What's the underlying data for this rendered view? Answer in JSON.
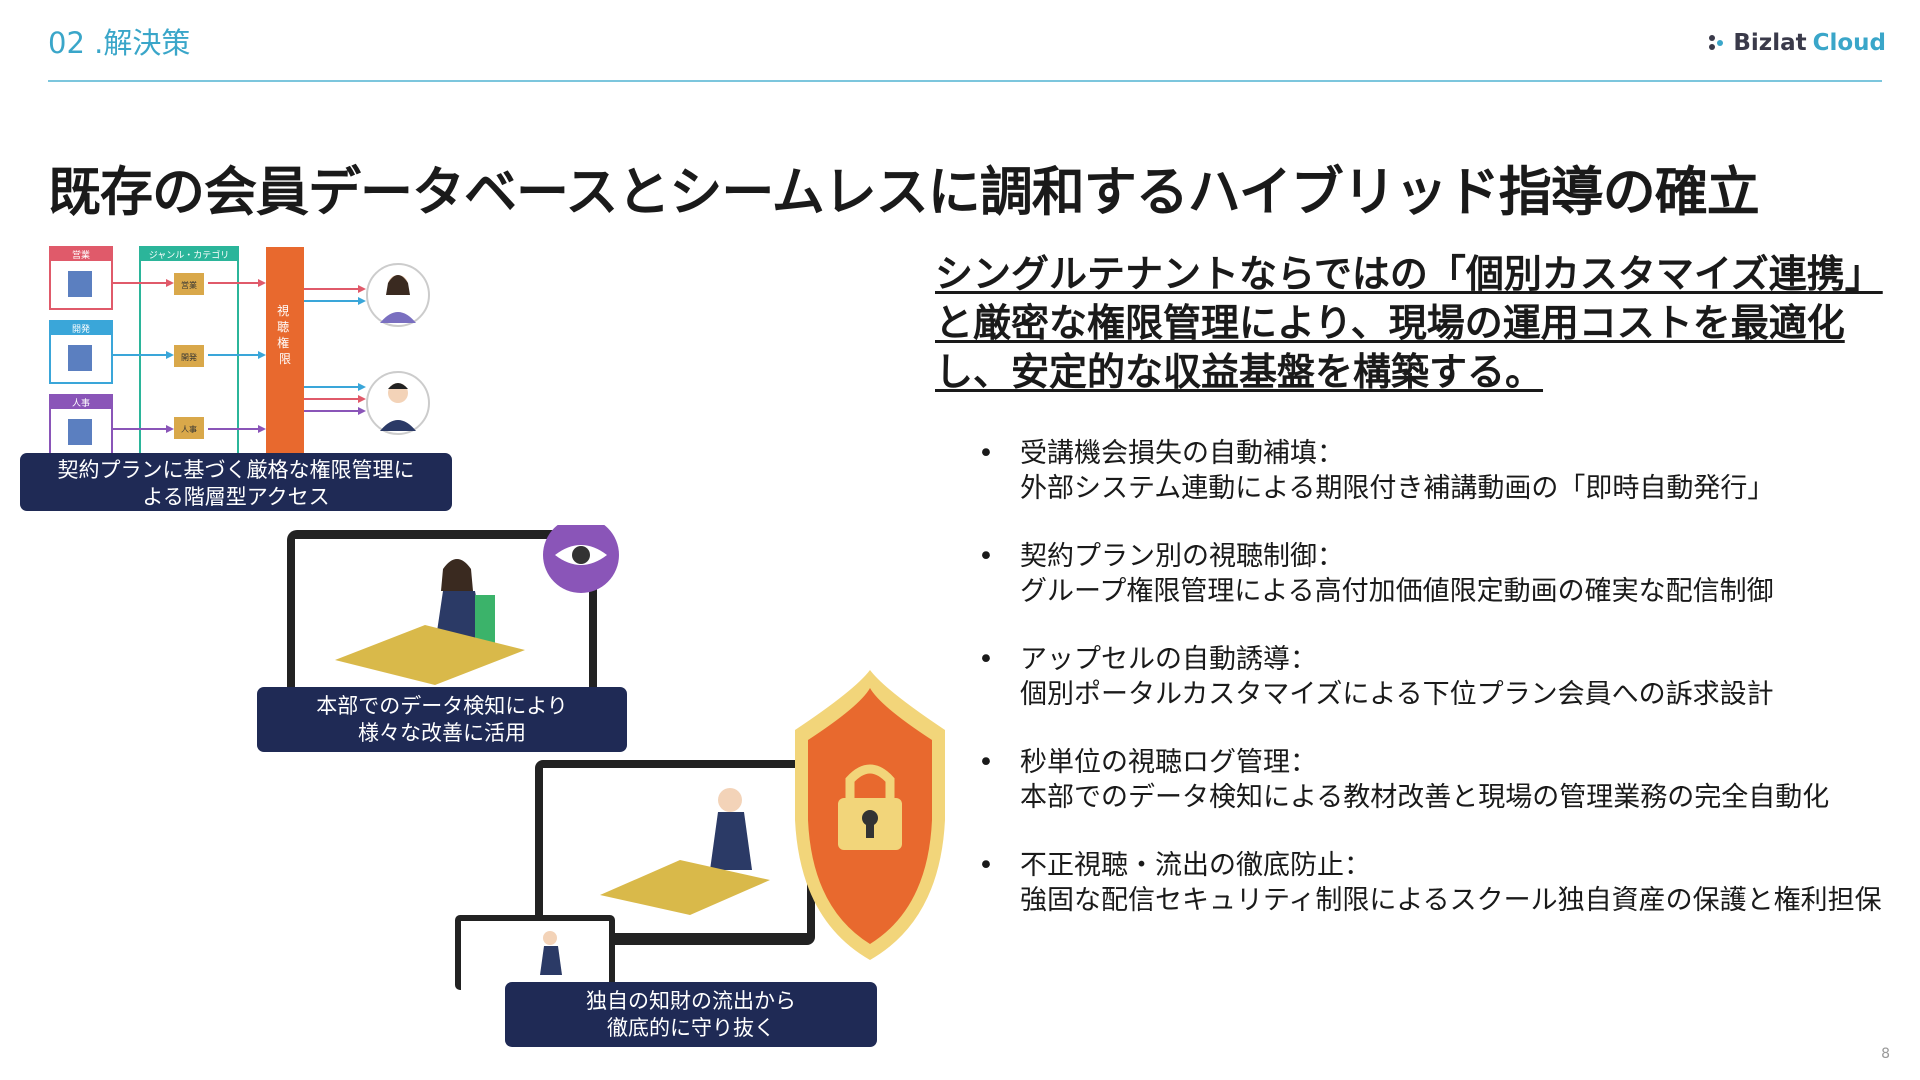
{
  "header": {
    "section": "02 .解決策",
    "logo_name": "Bizlat",
    "logo_suffix": "Cloud"
  },
  "headline": "既存の会員データベースとシームレスに調和するハイブリッド指導の確立",
  "lead": "シングルテナントならではの「個別カスタマイズ連携」と厳密な権限管理により、現場の運用コストを最適化し、安定的な収益基盤を構築する。",
  "bullets": [
    {
      "title": "受講機会損失の自動補填：",
      "desc": "外部システム連動による期限付き補講動画の「即時自動発行」"
    },
    {
      "title": "契約プラン別の視聴制御：",
      "desc": "グループ権限管理による高付加価値限定動画の確実な配信制御"
    },
    {
      "title": "アップセルの自動誘導：",
      "desc": "個別ポータルカスタマイズによる下位プラン会員への訴求設計"
    },
    {
      "title": "秒単位の視聴ログ管理：",
      "desc": "本部でのデータ検知による教材改善と現場の管理業務の完全自動化"
    },
    {
      "title": "不正視聴・流出の徹底防止：",
      "desc": "強固な配信セキュリティ制限によるスクール独自資産の保護と権利担保"
    }
  ],
  "bullet_marker": "•",
  "diagram": {
    "groups": [
      "営業",
      "開発",
      "人事"
    ],
    "genre_label": "ジャンル・カテゴリ",
    "folders": [
      "営業",
      "開発",
      "人事"
    ],
    "auth_label": "視聴権限",
    "colors": {
      "sales": "#e05a6a",
      "dev": "#3aa6d9",
      "hr": "#8a55b8",
      "genre": "#2bb59a",
      "auth": "#e8692e"
    }
  },
  "captions": {
    "c1": [
      "契約プランに基づく厳格な権限管理に",
      "よる階層型アクセス"
    ],
    "c2": [
      "本部でのデータ検知により",
      "様々な改善に活用"
    ],
    "c3": [
      "独自の知財の流出から",
      "徹底的に守り抜く"
    ]
  },
  "page_number": "8"
}
